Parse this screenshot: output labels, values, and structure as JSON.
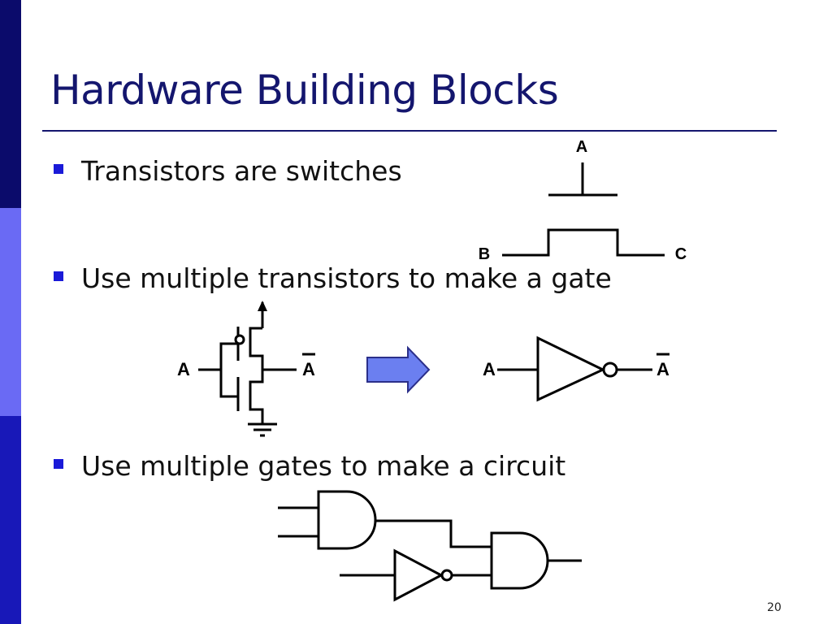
{
  "slide": {
    "title": "Hardware Building Blocks",
    "bullets": [
      "Transistors are switches",
      "Use multiple transistors to make a gate",
      "Use multiple gates to make a circuit"
    ],
    "page_number": "20"
  },
  "diagrams": {
    "transistor": {
      "gate_label": "A",
      "source_label": "B",
      "drain_label": "C"
    },
    "cmos_inverter": {
      "input_label": "A",
      "output_label": "A"
    },
    "inverter_gate": {
      "input_label": "A",
      "output_label": "A"
    }
  },
  "colors": {
    "sidebar_dark": "#0b0b6b",
    "sidebar_light": "#6a6af4",
    "sidebar_mid": "#1818b8",
    "title": "#14166e",
    "bullet": "#1a1ad8",
    "arrow_fill": "#6b7ff0"
  }
}
